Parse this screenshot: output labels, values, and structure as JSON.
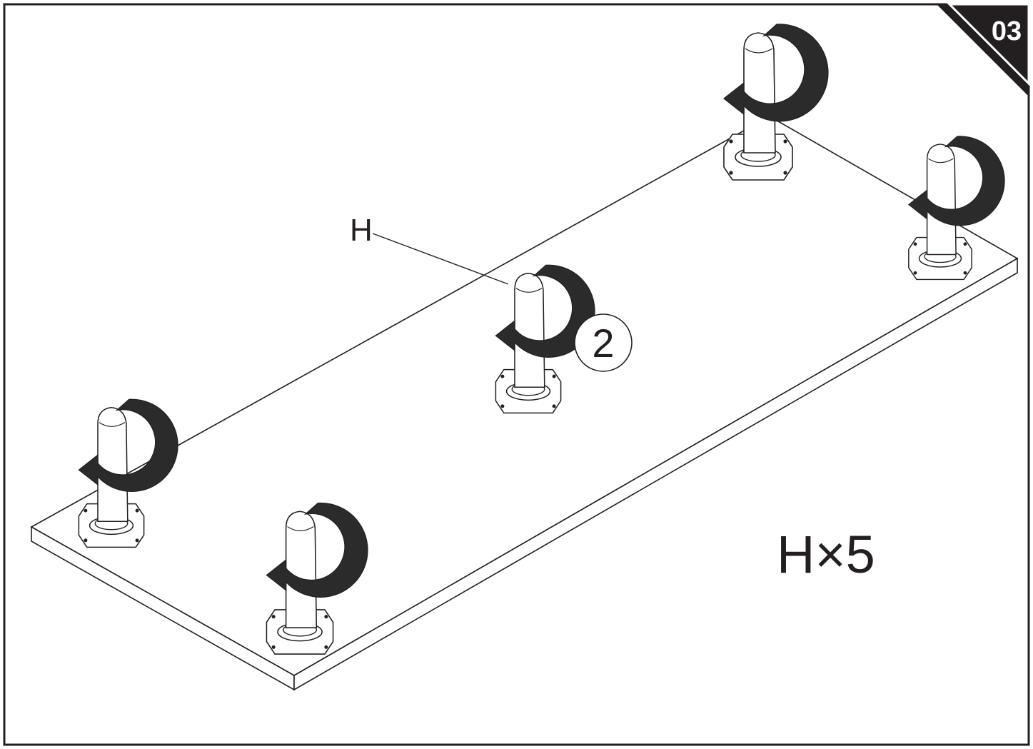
{
  "step": {
    "number": "03"
  },
  "callout": {
    "part_label": "H",
    "sub_step": "2"
  },
  "quantity": {
    "label": "H×5"
  },
  "legs": [
    {
      "name": "leg-back-right"
    },
    {
      "name": "leg-far-right"
    },
    {
      "name": "leg-center"
    },
    {
      "name": "leg-front-left"
    },
    {
      "name": "leg-front-center"
    }
  ],
  "colors": {
    "ink": "#231f20",
    "arrow": "#2b2b2b",
    "background": "#ffffff"
  }
}
